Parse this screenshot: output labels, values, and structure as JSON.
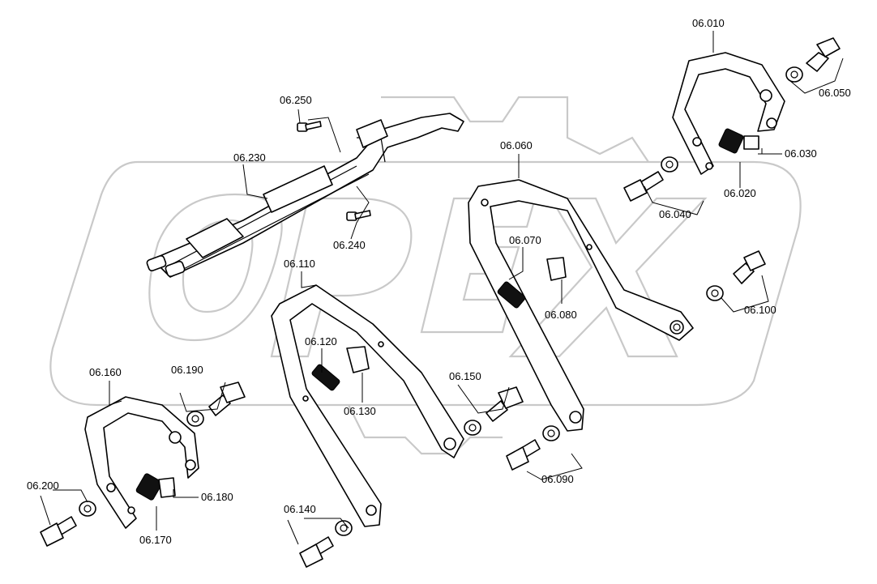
{
  "watermark": "OPEX",
  "callouts": {
    "c06010": "06.010",
    "c06020": "06.020",
    "c06030": "06.030",
    "c06040": "06.040",
    "c06050": "06.050",
    "c06060": "06.060",
    "c06070": "06.070",
    "c06080": "06.080",
    "c06090": "06.090",
    "c06100": "06.100",
    "c06110": "06.110",
    "c06120": "06.120",
    "c06130": "06.130",
    "c06140": "06.140",
    "c06150": "06.150",
    "c06160": "06.160",
    "c06170": "06.170",
    "c06180": "06.180",
    "c06190": "06.190",
    "c06200": "06.200",
    "c06230": "06.230",
    "c06240": "06.240",
    "c06250": "06.250"
  }
}
